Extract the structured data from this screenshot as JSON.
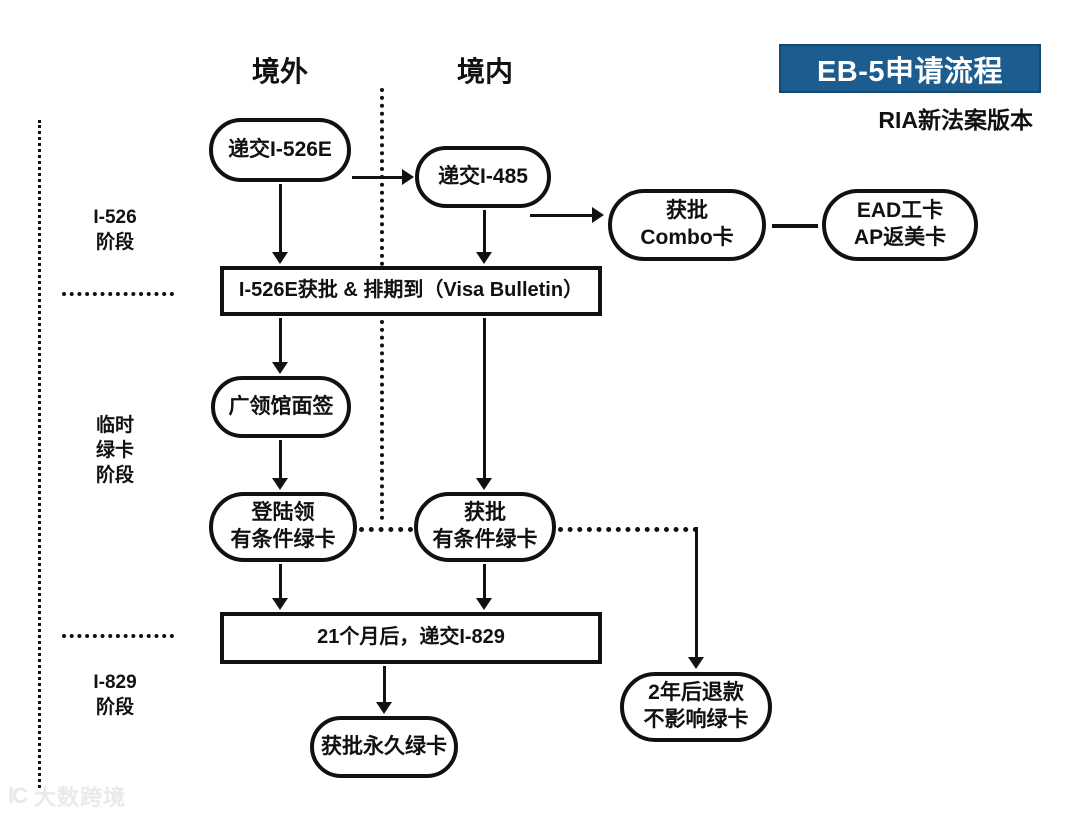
{
  "title": {
    "main": "EB-5申请流程",
    "subtitle": "RIA新法案版本",
    "box_color": "#1c5c8e"
  },
  "columns": [
    {
      "id": "overseas",
      "label": "境外"
    },
    {
      "id": "domestic",
      "label": "境内"
    }
  ],
  "stages": [
    {
      "id": "i526",
      "label": "I-526\n阶段"
    },
    {
      "id": "temp-green-card",
      "label": "临时\n绿卡\n阶段"
    },
    {
      "id": "i829",
      "label": "I-829\n阶段"
    }
  ],
  "nodes": [
    {
      "id": "submit-i526e",
      "label": "递交I-526E",
      "shape": "pill"
    },
    {
      "id": "submit-i485",
      "label": "递交I-485",
      "shape": "pill"
    },
    {
      "id": "combo",
      "label": "获批\nCombo卡",
      "shape": "pill"
    },
    {
      "id": "ead-ap",
      "label": "EAD工卡\nAP返美卡",
      "shape": "pill"
    },
    {
      "id": "i526e-approved",
      "label": "I-526E获批 & 排期到（Visa Bulletin）",
      "shape": "rect"
    },
    {
      "id": "consulate",
      "label": "广领馆面签",
      "shape": "pill"
    },
    {
      "id": "land-cgc",
      "label": "登陆领\n有条件绿卡",
      "shape": "pill"
    },
    {
      "id": "approve-cgc",
      "label": "获批\n有条件绿卡",
      "shape": "pill"
    },
    {
      "id": "i829-file",
      "label": "21个月后，递交I-829",
      "shape": "rect"
    },
    {
      "id": "permanent-gc",
      "label": "获批永久绿卡",
      "shape": "pill"
    },
    {
      "id": "refund",
      "label": "2年后退款\n不影响绿卡",
      "shape": "pill"
    }
  ],
  "watermark": {
    "mark": "IC",
    "text": "大数跨境"
  }
}
